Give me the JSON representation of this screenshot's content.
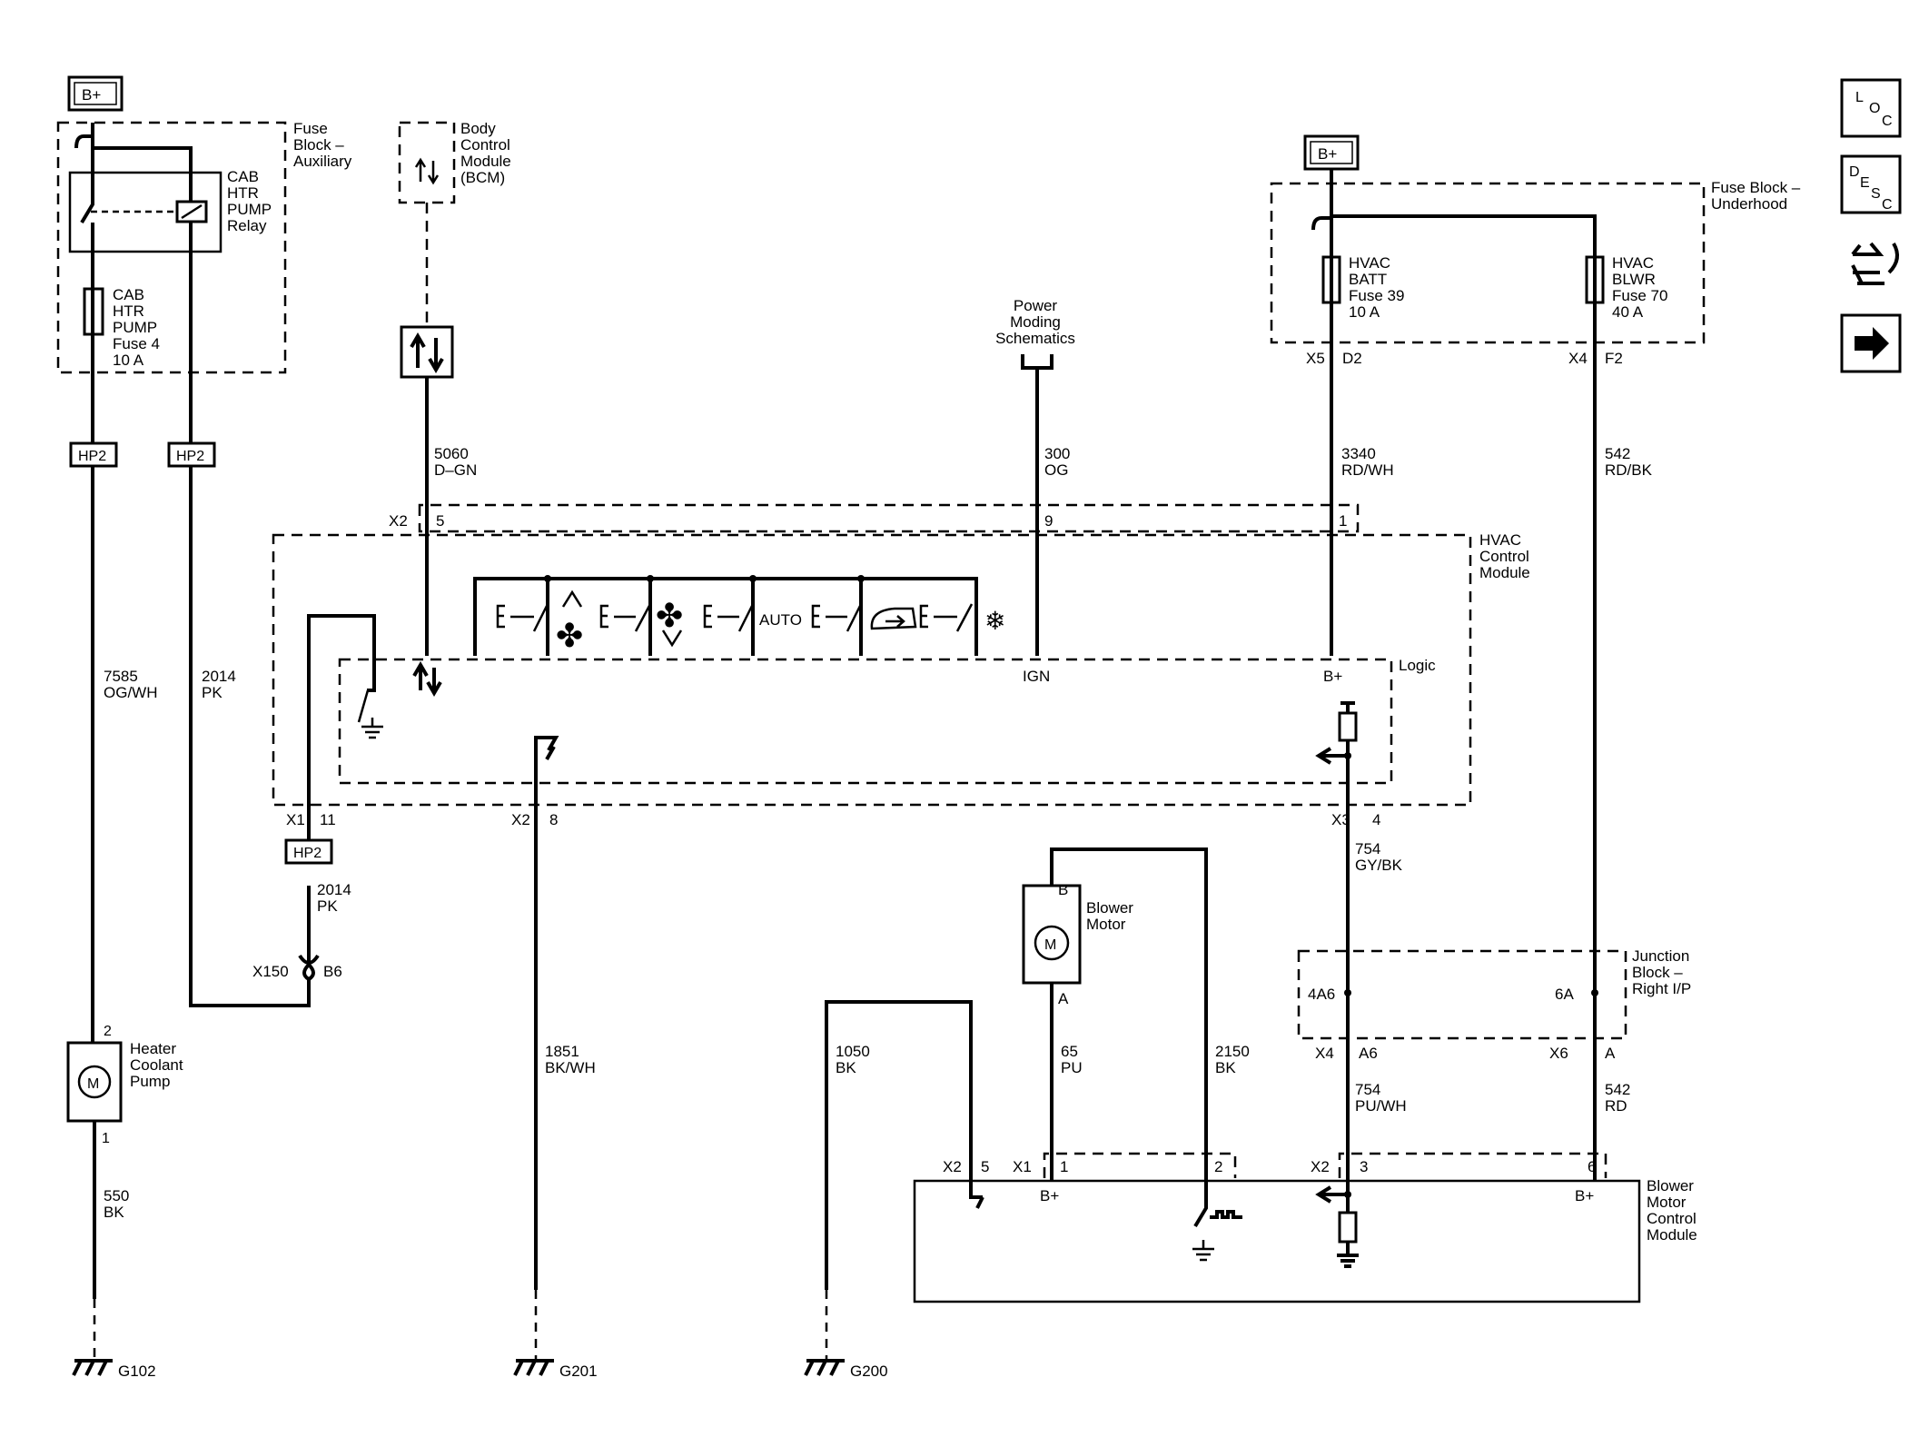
{
  "supply": {
    "bplus_left": "B+",
    "bplus_right": "B+"
  },
  "fuse_block_aux": {
    "name": [
      "Fuse",
      "Block –",
      "Auxiliary"
    ],
    "relay": [
      "CAB",
      "HTR",
      "PUMP",
      "Relay"
    ],
    "fuse": [
      "CAB",
      "HTR",
      "PUMP",
      "Fuse 4",
      "10 A"
    ]
  },
  "bcm": {
    "name": [
      "Body",
      "Control",
      "Module",
      "(BCM)"
    ]
  },
  "power_moding": {
    "name": [
      "Power",
      "Moding",
      "Schematics"
    ]
  },
  "fuse_block_underhood": {
    "name": [
      "Fuse Block –",
      "Underhood"
    ],
    "fuse39": [
      "HVAC",
      "BATT",
      "Fuse 39",
      "10 A"
    ],
    "fuse70": [
      "HVAC",
      "BLWR",
      "Fuse 70",
      "40 A"
    ],
    "pin_x5": "X5",
    "pin_d2": "D2",
    "pin_x4": "X4",
    "pin_f2": "F2"
  },
  "connectors": {
    "hp2_a": "HP2",
    "hp2_b": "HP2",
    "hp2_c": "HP2",
    "x150": "X150",
    "b6": "B6"
  },
  "wires": {
    "w5060": [
      "5060",
      "D–GN"
    ],
    "w300": [
      "300",
      "OG"
    ],
    "w3340": [
      "3340",
      "RD/WH"
    ],
    "w542top": [
      "542",
      "RD/BK"
    ],
    "w7585": [
      "7585",
      "OG/WH"
    ],
    "w2014a": [
      "2014",
      "PK"
    ],
    "w2014b": [
      "2014",
      "PK"
    ],
    "w754a": [
      "754",
      "GY/BK"
    ],
    "w1851": [
      "1851",
      "BK/WH"
    ],
    "w550": [
      "550",
      "BK"
    ],
    "w1050": [
      "1050",
      "BK"
    ],
    "w65": [
      "65",
      "PU"
    ],
    "w2150": [
      "2150",
      "BK"
    ],
    "w754b": [
      "754",
      "PU/WH"
    ],
    "w542bot": [
      "542",
      "RD"
    ]
  },
  "hvac_module": {
    "name": [
      "HVAC",
      "Control",
      "Module"
    ],
    "logic": "Logic",
    "ign": "IGN",
    "bplus": "B+",
    "auto": "AUTO",
    "pins": {
      "x2": "X2",
      "p5": "5",
      "p9": "9",
      "p1": "1",
      "x1": "X1",
      "p11": "11",
      "x2b": "X2",
      "p8": "8",
      "x3": "X3",
      "p4": "4"
    },
    "switch_e": "E"
  },
  "junction_block": {
    "name": [
      "Junction",
      "Block –",
      "Right I/P"
    ],
    "p4a6": "4A6",
    "p6a": "6A",
    "x4": "X4",
    "a6": "A6",
    "x6": "X6",
    "a": "A"
  },
  "blower_motor": {
    "name": [
      "Blower",
      "Motor"
    ],
    "pin_b": "B",
    "pin_a": "A",
    "m": "M"
  },
  "heater_pump": {
    "name": [
      "Heater",
      "Coolant",
      "Pump"
    ],
    "pin_2": "2",
    "pin_1": "1",
    "m": "M"
  },
  "bmcm": {
    "name": [
      "Blower",
      "Motor",
      "Control",
      "Module"
    ],
    "pins": {
      "x2": "X2",
      "p5": "5",
      "x1": "X1",
      "p1": "1",
      "p2": "2",
      "x2b": "X2",
      "p3": "3",
      "p6": "6"
    },
    "bplus1": "B+",
    "bplus2": "B+"
  },
  "grounds": {
    "g102": "G102",
    "g201": "G201",
    "g200": "G200"
  },
  "side_nav": {
    "loc": [
      "L",
      "O",
      "C"
    ],
    "desc": [
      "D",
      "E",
      "S",
      "C"
    ]
  }
}
